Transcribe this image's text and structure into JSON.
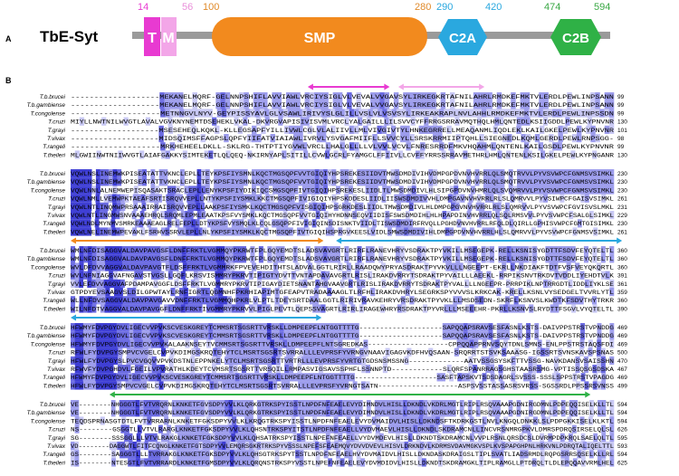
{
  "panelA": {
    "label": "A",
    "protein_name": "TbE-Syt",
    "domains": [
      {
        "name": "T",
        "start": 14,
        "end": 46,
        "color": "#e83ad1",
        "text_color": "#ffffff"
      },
      {
        "name": "M",
        "start": 46,
        "end": 56,
        "color": "#f3a6e8",
        "text_color": "#ffffff"
      },
      {
        "name": "SMP",
        "start": 100,
        "end": 280,
        "color": "#f28a1e",
        "text_color": "#ffffff"
      },
      {
        "name": "C2A",
        "start": 290,
        "end": 420,
        "color": "#2aa8df",
        "text_color": "#ffffff"
      },
      {
        "name": "C2B",
        "start": 474,
        "end": 594,
        "color": "#2fb146",
        "text_color": "#ffffff"
      }
    ],
    "position_labels": [
      {
        "text": "14",
        "color": "#e83ad1"
      },
      {
        "text": "56",
        "color": "#e98fd9"
      },
      {
        "text": "100",
        "color": "#e08a2a"
      },
      {
        "text": "280",
        "color": "#e08a2a"
      },
      {
        "text": "290",
        "color": "#2aa8df"
      },
      {
        "text": "420",
        "color": "#2aa8df"
      },
      {
        "text": "474",
        "color": "#3aa845"
      },
      {
        "text": "594",
        "color": "#3aa845"
      }
    ]
  },
  "panelB": {
    "label": "B",
    "species": [
      "T.b.brucei",
      "T.b.gambiense",
      "T.congolense",
      "T.cruzi",
      "T.grayi",
      "T.vivax",
      "T.rangeli",
      "T.theileri"
    ],
    "blocks": [
      {
        "ends": [
          "99",
          "99",
          "99",
          "130",
          "101",
          "98",
          "99",
          "130"
        ],
        "seqs": [
          "-------------------MEKANELMQRF-GELNNPSHIFLAVVIAWLVRCIYSIGLVLVEVALVVGAVSYLIRKEGKRTAFNILAHRLRMDKEFMKTVLERDLPEWLINPSANN",
          "-------------------MEKANELMQRF-GELNNPSHIFLAVVIAWLVRCIYSIGLVLVEVALVVGAVSYLIRKEGKRTAFNILAHRLRMDKEFMKTVLERDLPEWLINPSANN",
          "-------------------METNNGVLNYV-GEYPISSYAVLGLVSAWLIRIVYSLGLILLVSLVLVSVSYLIRKEAKRAPLNVLAHHLRMDKEFMKTVLERDLPEWLINPSSDN",
          "MIYLLNWTNILWVGTLAVALVGVKNYNEMTDSEHEKLVKAL-DKVRGVAPISIVISVMLVRCLYALGAILLLILSVVCYFFRRGSRRAVMQTHQLHMLQNTEDLKSIIGDDLPEWLKYPNVNR",
          "-------------------MSESEHEQLKQKL-KLLEGSAPFYILLIVWLCGLVLALIIVLLMLVIVGIVTYLHNKEGRRELLMEAQANMLIQDLEKLKAILGKELPEWLKYPNVNR",
          "-------------------MIDSQIMSFFAGPSLQPFYIIFATVIAIAWLIVRVLYSVGAFMIIFLLSVVCYLLSRSKRRMIIPTQHLLSIEGNEDLKQMLGERDLPEWLRNPSGG-",
          "-------------------MRKHEHEELDKLL-SKLRG-THTPTIYGVWLVRCLLHALGLLLLVLVVLVCVLFNRESRRDFMKVHQAHMLQNTENLKAILGSDLPEWLKYPNVNR",
          "MLGWIINWTNIIWVGTLAIAFGAKKYSIMTEKETLQLQEQ-NKIRNYAPLSITILLCVWLGCRLFYAMGCLFFIIVLLCVFFYRRSSRRAVMETHRLHMLQNTENLKSILGKELPEWLKYPNGANR"
        ],
        "arrows": [
          {
            "start": 55,
            "end": 74,
            "color": "#e83ad1"
          },
          {
            "start": 76,
            "end": 96,
            "color": "#f3a6e8"
          }
        ]
      },
      {
        "ends": [
          "230",
          "230",
          "230",
          "261",
          "231",
          "229",
          "230",
          "261"
        ],
        "seqs": [
          "VQWLNSLINEMWKPISEATATTVKNCLEPLLTEYKPSFIYSMNLKQCTMGSQPFVVTGIQIYHPSREKESIIDVTMWSDMDIVIHVDMPGPDVNVHVRRLQLSMQTRVVLPYVSVWPCFGNMSVSIMKL",
          "VQWLNSLINEMWKPISEATATTVKNCLEPLLTEYKPSFIYSMNLKQCTMGSQPFVVTGIQIYHPSREKESIIDVTMWSDMDIVIHVDMPGPDVNVHVRRLQLSMQTRVVLPYVSVWPCFGNMSVSIMKL",
          "VQWLNNLALNEMWEPISQASAKTSRACLEPLLENYKPSFIYDIKIQCSMGSQPFIVTGIQIHPSREKESLIIDLTLMWSDMDIVLHLSIPGPDVNVHMRLQLSVQMRVVLPYVSVWPCFGNMSVSIMKL",
          "VQWLNMLLVEMWPKTAEAFSRTISRQVVEPLLNTYKPSFIYSMKLKKCTMGSQPFIVIGIQIYHPSKDDESLIIDLIISWSDMDIVVHLDMPGAVNVHVRRLRLSLQMRVVLPYVSIWPCFGAISVSIMKL",
          "VQWLNTLINQMWPRSAAAIRRAISRQVVEPLLAAKPSFIYSMKLKQCTMGSQPFVISGIQIHPSGRKDESLIIDLTMWSDMDIVLHLDMPGPGVNVHVRRLRLSLQMRVVLPYVSVWPCFGVISVSLMKL",
          "VQWLNTLINGMWSNVAAAEHRQLSRQMLEPMLEAATKPSFVYSMKLKQCTMGSQPFVVTGIQIHYHDNNSEQVIIDISFSWSDMDIHLHLHPAPDINVHVRRLQLSQLRMSVVLPYVSVWPCFSALGLSIMKL",
          "VQWLNDLMYNMVSMRKEAAAEAGLRELFEPLLDTYKPSFVYSMQLKLCQLGSQPPFIVIGIQINSDISNKTVIIDLTISWSDMDIRFRVQLLPGHDVNVHVRRLRFQLDLQIRLLGPHISVWPCFGMTGISIMKL",
          "VQWLNELINEMWPEVAKLFSRHVSSRVLEPLLNLYKPSFIYSMKLKQCTMGSQPFIVTGIQIHSPRGVKEESLVIDLSMWSDMDIVIHLDMPGPDVNVHVRRLHLSLQMRVVLPYVSVWPCFGNMSVSIMKL"
        ],
        "arrows": []
      },
      {
        "ends": [
          "360",
          "360",
          "360",
          "391",
          "361",
          "359",
          "360",
          "390"
        ],
        "seqs": [
          "WMLNFDISAGGVALDAVPAVGSFLDNFFRKTLVGMMQYPKRWTFPLGQYEMDTSLADSVAVGRTLRIRFLRANEVHRYVSDRAKTPYVKILLMSEGEPK-RELLKSNISYGDTTFSDVFEYQTELTL",
          "WMLNFDISAGGVALDAVPAVGSFLDNFFRKTLVGMMQYPKRWTFPLGQYEMDTSLADSVAVGRTLRIRFLRANEVHRYVSDRAKTPYVKILLMSEGEPK-RELLKSNISYGDTTFSDVFEYQTELTL",
          "WVLDFDVVAGGVALDAVPAVGTFLDSFFRKTLVGMMRKFPVEVEHDITHTSLADVALGGTLRIRLLRAADQWYPRYASDRAKTPYVKVLLLNGEEPT-EKRLLNKDIAKFTDTFVSFVEYQKQRTL",
          "WVLNFNIAGGVAFNGAVSTVGSLLGQFLKRSVISMMRYPKRVTIPIGTYDVTTVNTAPDAVAVGRTLRISLIRAKDVRRYTSDRAKTPYVAILLLAEEKL-RRPIKSNVTRKDVTVDDLIYEHDTVLK",
          "VVLEFDVVAGGVAFPDAMPAVGGFLDSFFRKTLVGMMRYPKRVTIPIGAYDIETSNANTAHGVAAVGRTLRISLIRAKDVRRYTSDRAKTPYVALLLLNGEEPR-PRRPIKLNPTRRGDTLIDDLIYKLSE",
          "GTPDYEVSAAGVSLDILGPWTAYLRNFIGRTLQGMNHFPKRHIAPIMTGFEAPVTRADAAAAGLTLRFHLIRAKDVHRYLSEGRKSPYVVVSLKRKCAK-KRELLKSNLVYSEDGELTVVRLYTL",
          "WLLNFDVSAGGVALDAVPAVGAVVDNFFRKTLVGMMQHPKRLVLPTLTDEYSRTDAALGGTLRIRIVRAVKEHRYVRSDRAKTPYVKLLLMSDSEDN-SKRFLKSNVSLKWDTKFSDVTHYTRKR",
          "WILNFDTVAGGVALDAVPAVGGFLDNFFRKTIVGMMRYPKRVVLPIGLPEVTLQEPSSVAGRTLRIRLIRAGEWHRYRSDRAKTPYVRLLLMSEEEHR-PKRLLKSNVSLRYDTTFSGVLVYQTELTL"
        ],
        "arrows": [
          {
            "start": 0,
            "end": 61,
            "color": "#f28a1e"
          },
          {
            "start": 64,
            "end": 133,
            "color": "#2aa8df"
          }
        ]
      },
      {
        "ends": [
          "469",
          "469",
          "469",
          "500",
          "470",
          "467",
          "469",
          "499"
        ],
        "seqs": [
          "HFWMYFDVPGYDVLIGECVVPVKSCVESKGREYTCMMSRTSGSRTTVRSKLLDMPEEPFLNTGGTTTTG--------------------SAPQQAPSRAVSESFASNLKSTS-DAIVPPSTRSTVPNDDG",
          "HFWMYFDVPGYDVLIGECVVPVKSCVESKGREYTCMMSRTSGSRTTVRSKLLDMPEEPFLNTGGTTTTG--------------------SAPQQAPSRAVSESFASNLKSTS-DAIVPPSTRSTVPNDDG",
          "HFWMYFDVPGYDVLIGECVVPVKALAAKNSEYTVCMMSRTSGSRTTVRSKLLDMPEEPFLNTSGREDKAS-------------------CPPQQAPPRNVSQYTDNLSMNS-ENLPPSTRSTAQSFDI",
          "RFWLFYDVPGYSMPVCVGELCVPVKDIMGSKRQTEHYTCLMSRTSGSRTSVRRALLLEVPRSFYVRNGVNAAVIGAGVKDFHVQSAAN-SRQRRTSTSVKSAAASG-IGSSRTSVNSKAVSPSNAS",
          "HFWLFYDVPGYSLPVCVGQVVPVKDSTNLEPPNKELYTCLMSRTSGSRTTVRTRLLLEVPRSFYVRTGTGDSNSMSSNG-------------AATVSSGSYSKFTTVSSG-NAVKDANSVSAISSHN",
          "RFWVFYDVPGHDVLFGEILVPVRATHLKDEYTCVMSRTSGSRTTVRSQILLRMPASVIGSAVSSPHFLSSNNPTD------------SLQRFSPANRRAGSGHSTAASRSMG-VPTISSQSGSDSKA",
          "HFWMYFDVPGYDVLIGECVVPVKSCVESKGREYTCMMSRTSGSRTTVRSKLLDMPEEPFLNTGGTTTTG--------------------SASFTAPSKVTSDSDAGRLSVSSS-SSSLSPPSTRSTVPAGDG",
          "HFWLFYDVPGYSMPVCVGELCVPVKDIMGSKRQTEHYTCLMSRTSGSRTSVRRALLLEVPRSFYVRNGTSATN-------------------ASPSVSSTASSASRSVRSS-SGSSRDLPPSSRSVNSS"
        ],
        "arrows": [
          {
            "start": 0,
            "end": 61,
            "color": "#2aa8df"
          }
        ]
      },
      {
        "ends": [
          "594",
          "594",
          "594",
          "626",
          "595",
          "593",
          "594",
          "625"
        ],
        "seqs": [
          "VE--------NHGGGTLFVTVRQRNLKNKETFGVSDPYVVLKLQRKGTRKSPYISSTLNPDFNFEAELEVYDIMNDVLHISLLDKNDLVKDRLMGTLRIPLRSQVAAAPGDNIRGDMNLPDPEQQISELKLLTL",
          "VE--------NHGGGTLFVTVRQRNLKNKETFGVSDPYVVLKLQRKGTRKSPYISSTLNPDFNFEAELEVYDIMNDVLHISLLDKNDLVKDRLMGTLRIPLRSQVAAAPGDNIRGDMNLPDPEQQISELKLLTL",
          "TEQDSPRNASGTDTLFVTVRRARNLKNKETFGKSDPYVVLKLKRQGTRKSPYISSTLNPDFNFEAELEVYDVMAIDVLHISLLDKNDSFTKDRKGSTLNVLKNGQLDNKKLSLPDPGKKISELKLKTL",
          "NS--------GSGGTLLVTVLRARGLKNKETFGKSDPYVVLKLQHSNTRKSPYITSTLNPDFNFEAELLVYDVMAEVLHISLLDKNDLSKDRAMCNLLINCVRSNMRGPKVLDMRSPDRQSIRSELQLSL",
          "SG--------SSSGGLLLVTVLRAKGLKNKETFGKSDPYVVLKLQHSATRKSPYISSTLNPEFNFEAELLVYDVMDEVLHISLLDKNDTSKDRAMCNLVVPLRSNLQRSDCSLDVRMPDPKRQLSAELQLTL",
          "VD--------DAGGWTLFITFCQNGLKNKETFGTSDPYVVLEMQRSGKRTRKSPYVSSSLNPEFSFEAEMQVYDVVDVEVLHISVLDRKNDVLKDRMSVDAVMGKVSPLKVSPAPGHPNLHRKVNLPDRQTALIQELTTL",
          "GS--------SAGGGTLLLTVRRAKGLKNKETFGKSDPYVVLKLQHSGTRKSPYTSSTLNPDFNFEAELHVYDVMAIDVLHISLLDKNDASKDRAIGSLTIPLSVATLIADSRMDLRQPGSRRSQSELKLLRL",
          "IS--------NTESGTLFVTVRRARDLKNKETFGMSDPYVVLKLQRQNSTRKSPYVSSTLNPEFNFEAELEVYDVMDIDVLHISLLDKNDTSKDRAMGKLTIPLRAMGLLPTDRQLTLDLEPQQAVVRMLHEL"
        ],
        "arrows": [
          {
            "start": 10,
            "end": 134,
            "color": "#2fb146"
          }
        ]
      }
    ]
  }
}
